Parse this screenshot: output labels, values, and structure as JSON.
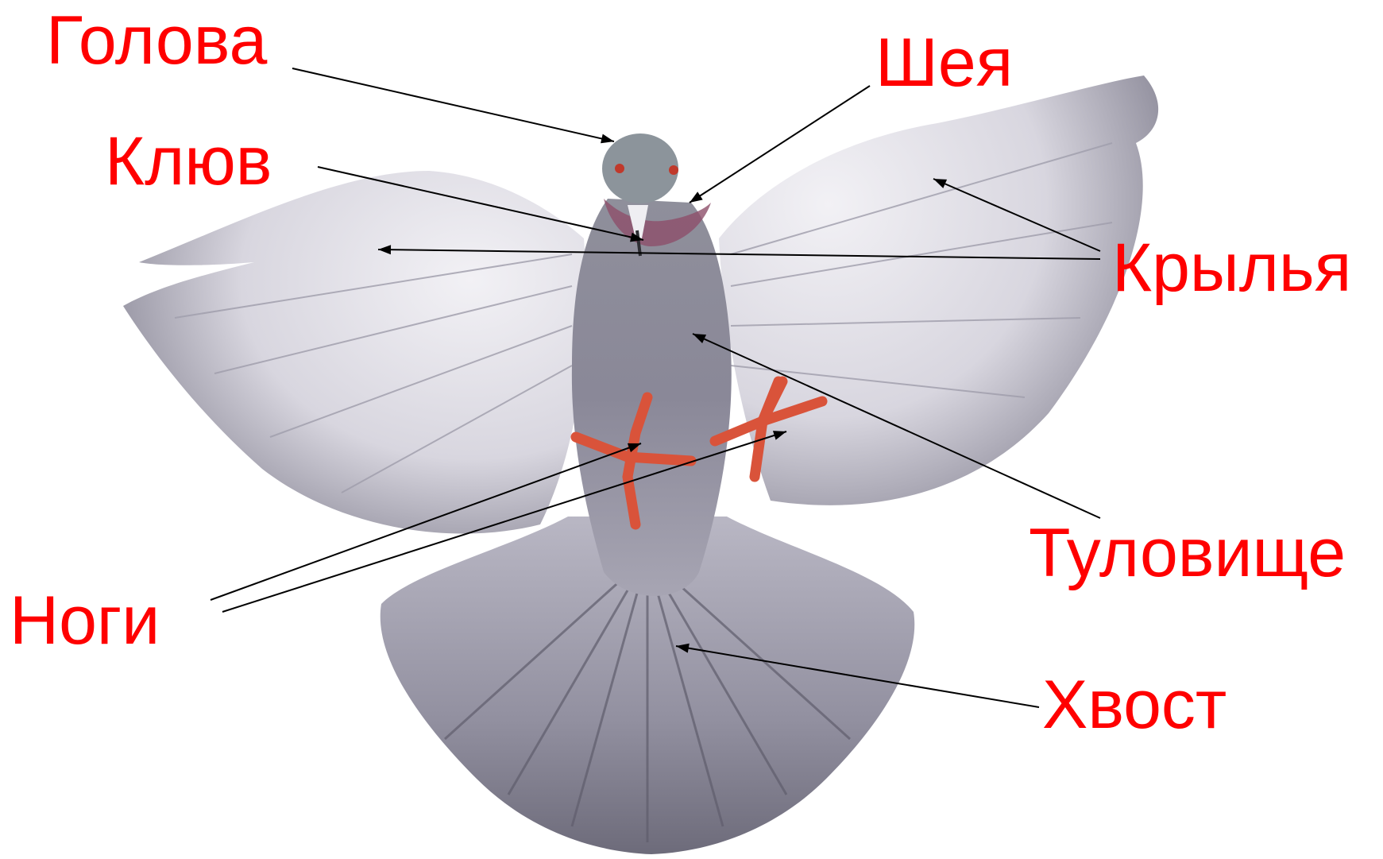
{
  "labels": {
    "head": "Голова",
    "neck": "Шея",
    "beak": "Клюв",
    "wings": "Крылья",
    "torso": "Туловище",
    "legs": "Ноги",
    "tail": "Хвост"
  },
  "colors": {
    "label": "#ff0000",
    "leader_line": "#000000",
    "feather_light": "#e4e3ea",
    "feather_mid": "#9c9aa8",
    "feather_dark": "#6f6d7d",
    "feet": "#d9533a"
  }
}
